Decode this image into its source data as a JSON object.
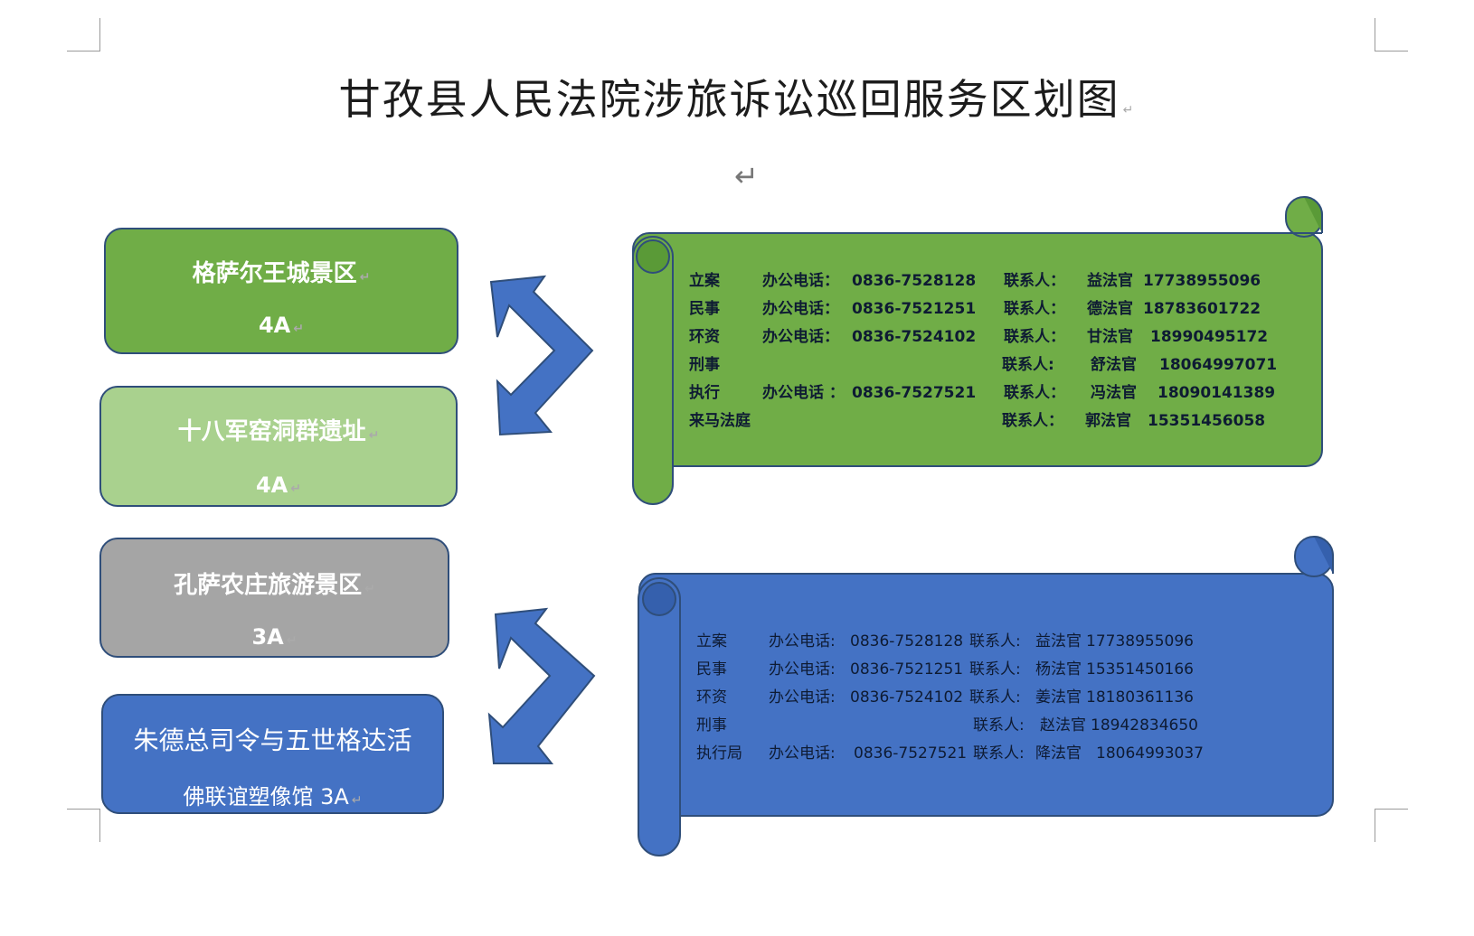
{
  "title": "甘孜县人民法院涉旅诉讼巡回服务区划图",
  "paragraph_mark": "↵",
  "colors": {
    "green": "#70ad47",
    "light_green": "#a9d18e",
    "gray": "#a5a5a5",
    "blue": "#4472c4",
    "outline": "#2f4e7a"
  },
  "sites": [
    {
      "name": "格萨尔王城景区",
      "rating": "4A"
    },
    {
      "name": "十八军窑洞群遗址",
      "rating": "4A"
    },
    {
      "name": "孔萨农庄旅游景区",
      "rating": "3A"
    },
    {
      "name": "朱德总司令与五世格达活",
      "rating": "佛联谊塑像馆 3A"
    }
  ],
  "panel1": {
    "rows": [
      {
        "dept": "立案",
        "phone_label": "办公电话：",
        "phone": "0836-7528128",
        "contact_label": "联系人：",
        "contact": "益法官",
        "mobile": "17738955096"
      },
      {
        "dept": "民事",
        "phone_label": "办公电话：",
        "phone": "0836-7521251",
        "contact_label": "联系人：",
        "contact": "德法官",
        "mobile": "18783601722"
      },
      {
        "dept": "环资",
        "phone_label": "办公电话：",
        "phone": "0836-7524102",
        "contact_label": "联系人：",
        "contact": "甘法官",
        "mobile": "18990495172"
      },
      {
        "dept": "刑事",
        "phone_label": "",
        "phone": "",
        "contact_label": "联系人:",
        "contact": "舒法官",
        "mobile": "18064997071"
      },
      {
        "dept": "执行",
        "phone_label": "办公电话 ：",
        "phone": "0836-7527521",
        "contact_label": "联系人：",
        "contact": "冯法官",
        "mobile": "18090141389"
      },
      {
        "dept": "来马法庭",
        "phone_label": "",
        "phone": "",
        "contact_label": "联系人：",
        "contact": "郭法官",
        "mobile": "15351456058"
      }
    ]
  },
  "panel2": {
    "rows": [
      {
        "dept": "立案",
        "phone_label": "办公电话:",
        "phone": "0836-7528128",
        "contact_label": "联系人:",
        "contact": "益法官",
        "mobile": "17738955096"
      },
      {
        "dept": "民事",
        "phone_label": "办公电话:",
        "phone": "0836-7521251",
        "contact_label": "联系人:",
        "contact": "杨法官",
        "mobile": "15351450166"
      },
      {
        "dept": "环资",
        "phone_label": "办公电话:",
        "phone": "0836-7524102",
        "contact_label": "联系人:",
        "contact": "姜法官",
        "mobile": "18180361136"
      },
      {
        "dept": "刑事",
        "phone_label": "",
        "phone": "",
        "contact_label": "联系人:",
        "contact": "赵法官",
        "mobile": "18942834650"
      },
      {
        "dept": "执行局",
        "phone_label": "办公电话:",
        "phone": "0836-7527521",
        "contact_label": "联系人:",
        "contact": "降法官",
        "mobile": "18064993037"
      }
    ]
  }
}
